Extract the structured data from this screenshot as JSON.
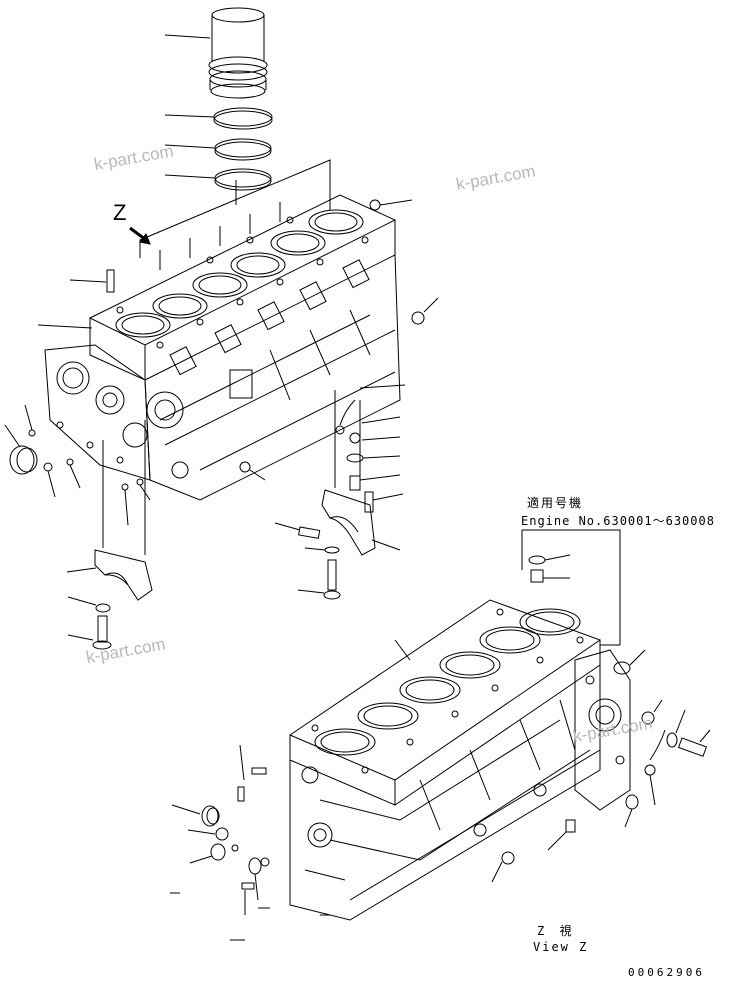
{
  "watermarks": [
    "k-part.com",
    "k-part.com",
    "k-part.com",
    "k-part.com"
  ],
  "view_marker": "Z",
  "applicability": {
    "title": "適用号機",
    "engine_range": "Engine No.630001～630008"
  },
  "view_caption": {
    "jp": "Z  視",
    "en": "View Z"
  },
  "drawing_number": "00062906",
  "colors": {
    "line": "#000000",
    "watermark": "#b8b8b8",
    "background": "#ffffff"
  }
}
